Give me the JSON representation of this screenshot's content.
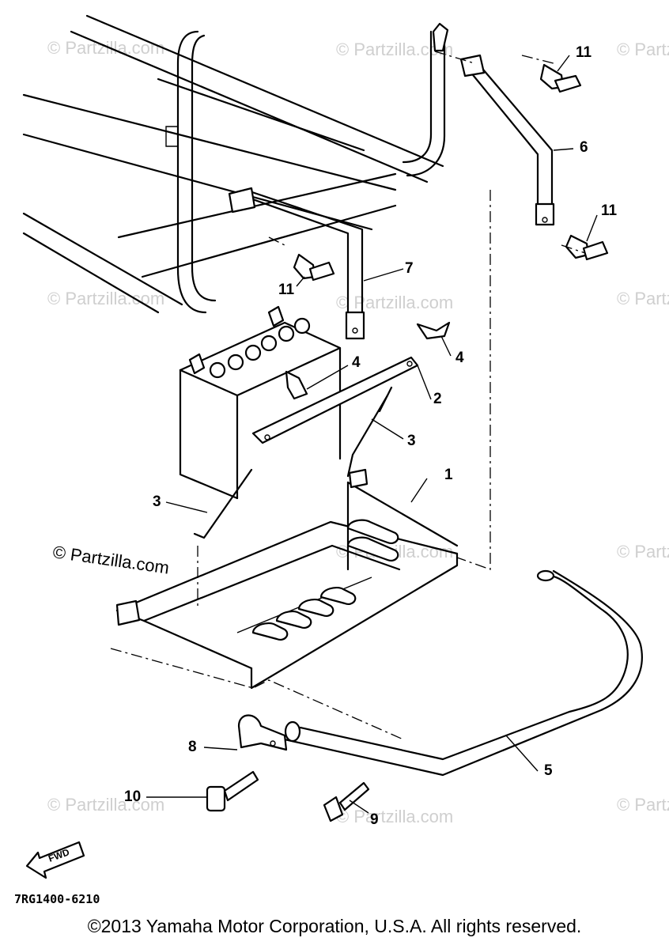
{
  "callouts": [
    {
      "id": "1",
      "label": "1"
    },
    {
      "id": "2",
      "label": "2"
    },
    {
      "id": "3a",
      "label": "3"
    },
    {
      "id": "3b",
      "label": "3"
    },
    {
      "id": "4a",
      "label": "4"
    },
    {
      "id": "4b",
      "label": "4"
    },
    {
      "id": "5",
      "label": "5"
    },
    {
      "id": "6",
      "label": "6"
    },
    {
      "id": "7",
      "label": "7"
    },
    {
      "id": "8",
      "label": "8"
    },
    {
      "id": "9",
      "label": "9"
    },
    {
      "id": "10",
      "label": "10"
    },
    {
      "id": "11a",
      "label": "11"
    },
    {
      "id": "11b",
      "label": "11"
    },
    {
      "id": "11c",
      "label": "11"
    }
  ],
  "watermark": "© Partzilla.com",
  "watermark_faint": "© Partzilla.com",
  "fwd_label": "FWD",
  "diagram_code": "7RG1400-6210",
  "copyright": "©2013 Yamaha Motor Corporation, U.S.A. All rights reserved."
}
